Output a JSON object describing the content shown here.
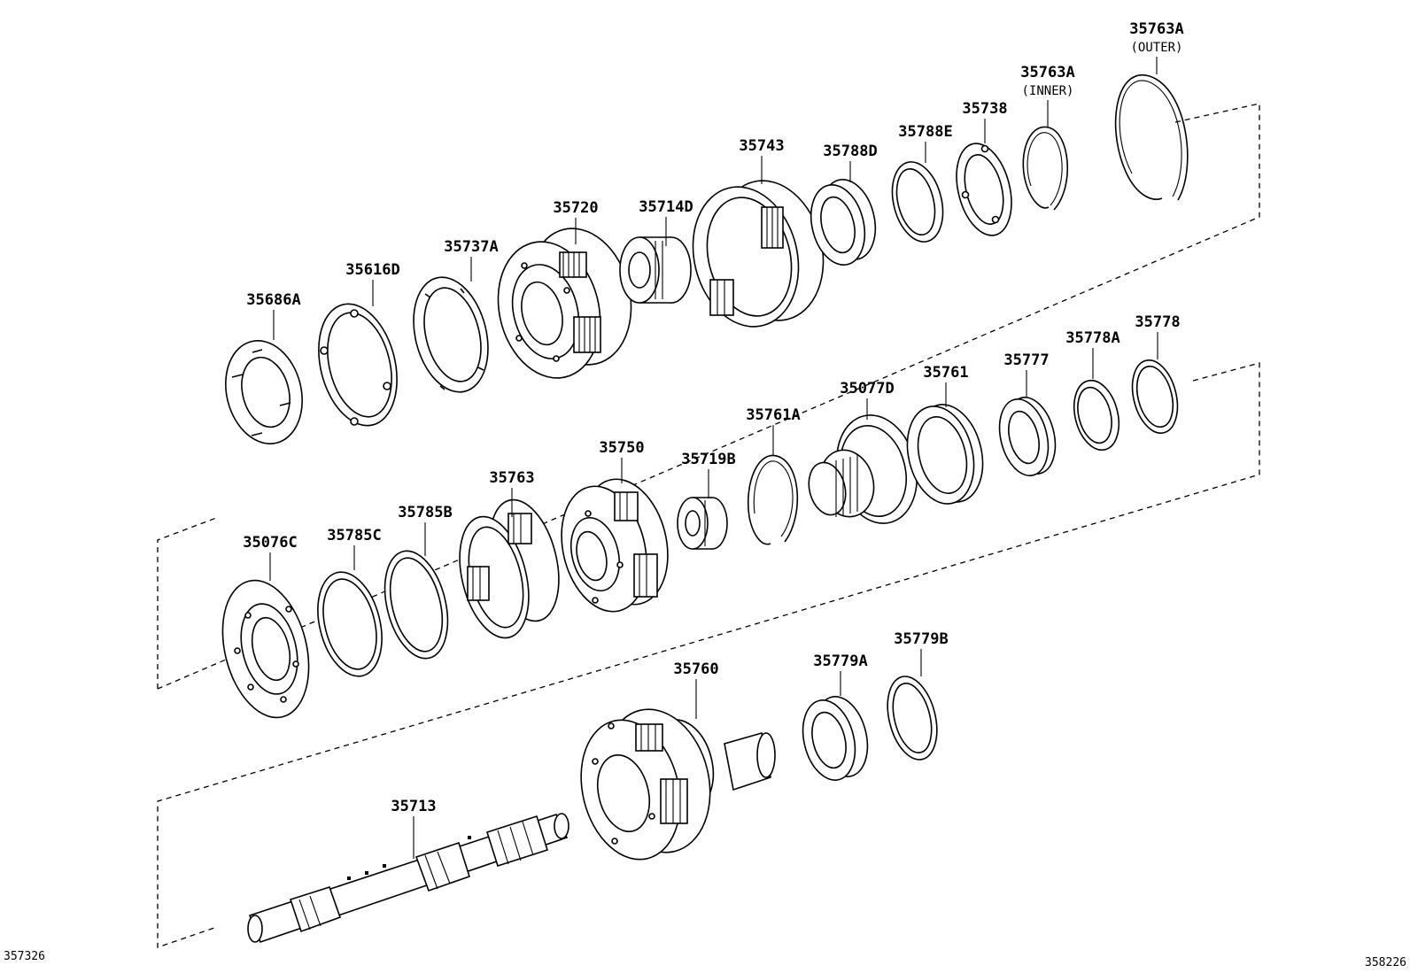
{
  "labels": {
    "p35763A_outer": "35763A",
    "p35763A_outer_note": "(OUTER)",
    "p35763A_inner": "35763A",
    "p35763A_inner_note": "(INNER)",
    "p35738": "35738",
    "p35788E": "35788E",
    "p35788D": "35788D",
    "p35743": "35743",
    "p35714D": "35714D",
    "p35720": "35720",
    "p35737A": "35737A",
    "p35616D": "35616D",
    "p35686A": "35686A",
    "p35778": "35778",
    "p35778A": "35778A",
    "p35777": "35777",
    "p35761": "35761",
    "p35077D": "35077D",
    "p35761A": "35761A",
    "p35719B": "35719B",
    "p35750": "35750",
    "p35763": "35763",
    "p35785B": "35785B",
    "p35785C": "35785C",
    "p35076C": "35076C",
    "p35779B": "35779B",
    "p35779A": "35779A",
    "p35760": "35760",
    "p35713": "35713"
  },
  "corner_codes": {
    "left": "357326",
    "right": "358226"
  }
}
